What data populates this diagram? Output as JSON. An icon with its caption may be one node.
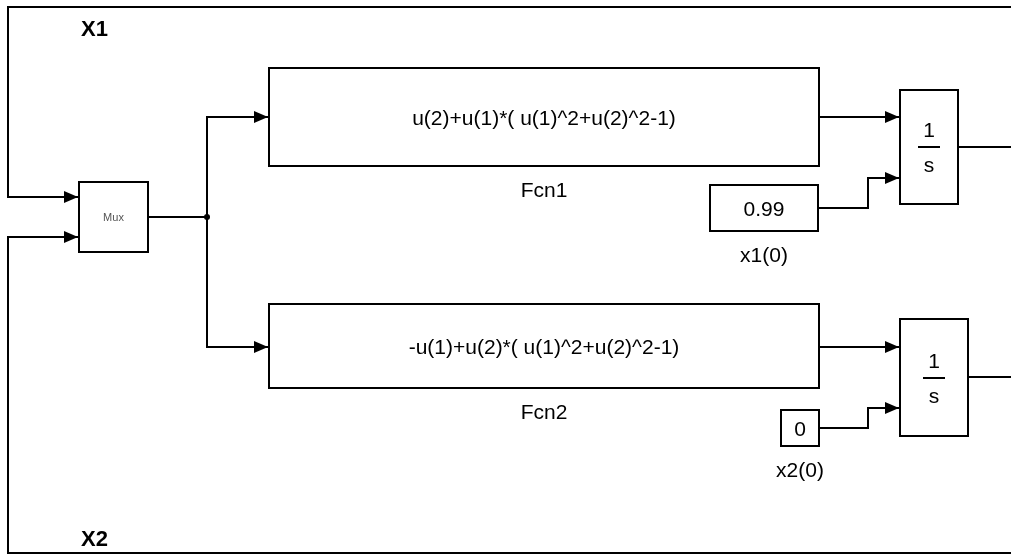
{
  "diagram": {
    "nodes": [
      {
        "text": [
          "Mux"
        ]
      },
      {
        "text": [
          "u(2)+u(1)*( u(1)^2+u(2)^2-1)"
        ],
        "beside": [
          "Fcn1"
        ]
      },
      {
        "text": [
          "1",
          "s"
        ]
      },
      {
        "text": [
          "0.99"
        ],
        "beside": [
          "x1(0)"
        ]
      },
      {
        "text": [
          "-u(1)+u(2)*( u(1)^2+u(2)^2-1)"
        ],
        "beside": [
          "Fcn2"
        ]
      },
      {
        "text": [
          "1",
          "s"
        ]
      },
      {
        "text": [
          "0"
        ],
        "beside": [
          "x2(0)"
        ]
      }
    ],
    "edges": [
      {
        "from": 0,
        "to": 1,
        "arrow": "to"
      },
      {
        "from": 0,
        "to": 4,
        "arrow": "to"
      },
      {
        "from": 1,
        "to": 2,
        "arrow": "to"
      },
      {
        "from": 3,
        "to": 2,
        "arrow": "to"
      },
      {
        "from": 2,
        "to": 0,
        "arrow": "to",
        "label": "X1"
      },
      {
        "from": 4,
        "to": 5,
        "arrow": "to"
      },
      {
        "from": 6,
        "to": 5,
        "arrow": "to"
      },
      {
        "from": 5,
        "to": 0,
        "arrow": "to",
        "label": "X2"
      }
    ]
  }
}
